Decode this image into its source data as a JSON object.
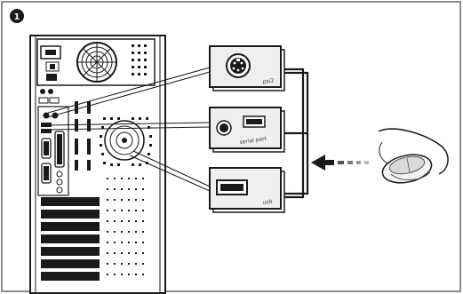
{
  "figure": {
    "step_number": "1",
    "ports": [
      {
        "id": "ps2",
        "label": "ps/2"
      },
      {
        "id": "serial",
        "label": "serial port"
      },
      {
        "id": "usb",
        "label": "usb"
      }
    ],
    "device": "mouse",
    "colors": {
      "ink": "#1a1a1a",
      "frame": "#8c8c8c",
      "panel_fill": "#efefef",
      "paper": "#ffffff"
    }
  }
}
